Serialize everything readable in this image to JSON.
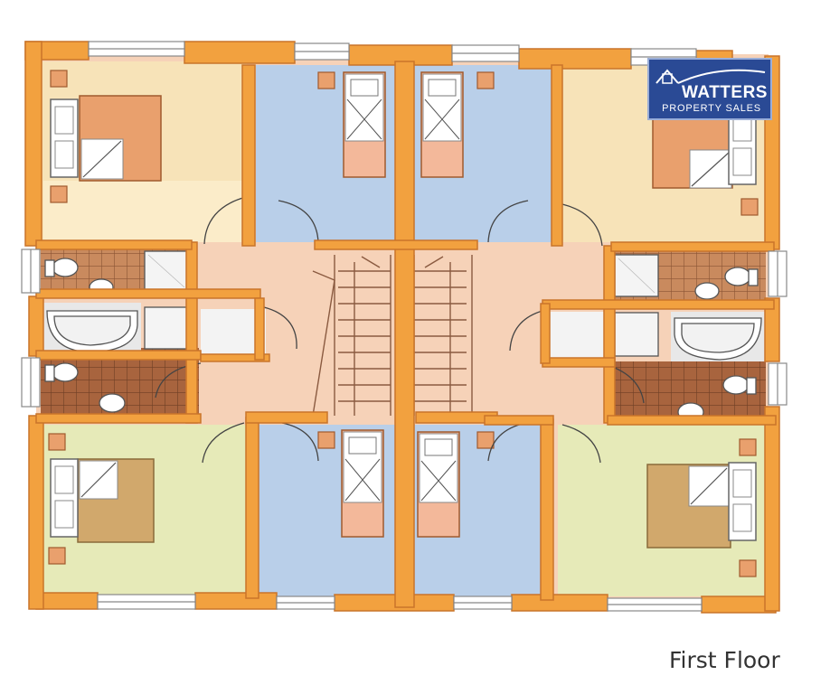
{
  "caption": "First Floor",
  "logo": {
    "name": "WATTERS",
    "tagline": "PROPERTY SALES"
  },
  "colors": {
    "wall": "#f2a13f",
    "wall_edge": "#c9742a",
    "bedroom_yellow": "#f7e3b8",
    "bedroom_green": "#e6eab8",
    "bedroom_blue": "#b9cfe9",
    "landing": "#f6d2b8",
    "tile": "#c98a5e",
    "bed_blanket_orange": "#e9a06d",
    "bed_blanket_tan": "#d1a86c",
    "logo_bg": "#2a4a95"
  }
}
